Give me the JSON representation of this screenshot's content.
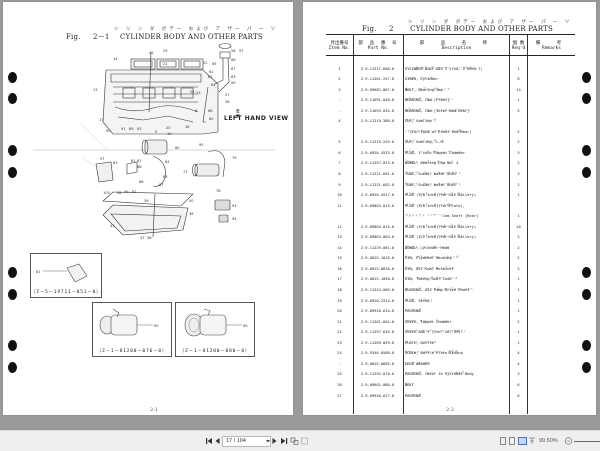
{
  "viewer": {
    "background": "#9a9a9a"
  },
  "left_page": {
    "furigana": "シ リ ン ダ ボデー および ア ザー パ ー ツ",
    "fig_label": "Fig.",
    "fig_number": "2－1",
    "fig_title": "CYLINDER BODY AND OTHER PARTS",
    "page_number": "2-1",
    "view_label_jp": "左　　　側",
    "view_label": "LEFT HAND VIEW",
    "callouts": [
      "42",
      "25",
      "21",
      "22",
      "57",
      "58",
      "66",
      "67",
      "65",
      "61",
      "62",
      "63",
      "64",
      "59",
      "14",
      "13",
      "24",
      "23",
      "27",
      "26",
      "68",
      "6",
      "60",
      "17",
      "90",
      "91",
      "89",
      "92",
      "5",
      "20",
      "19",
      "18",
      "80",
      "95",
      "79",
      "97",
      "83",
      "81",
      "82",
      "88",
      "84",
      "77",
      "86",
      "85",
      "87",
      "100",
      "98",
      "99",
      "82",
      "78",
      "39",
      "40",
      "38",
      "41",
      "37",
      "36",
      "93",
      "94",
      "81",
      "90",
      "90"
    ],
    "insets": [
      {
        "label": "（Z－5－19711－051－0）",
        "callout": "81"
      },
      {
        "label": "（Z－1－81200－076－0）",
        "callout": "90"
      },
      {
        "label": "（Z－1－81200－080－0）",
        "callout": "90"
      }
    ]
  },
  "right_page": {
    "furigana": "シ リ ン ダ ボデー および ア ザー パ ー ツ",
    "fig_label": "Fig.",
    "fig_number": "2",
    "fig_title": "CYLINDER BODY AND OTHER PARTS",
    "page_number": "2-2",
    "headers": {
      "item_jp": "見出番号",
      "item": "Item No.",
      "part_jp": "部 品 番 号",
      "part": "Part No.",
      "desc_jp": "部　品　名　称",
      "desc": "Description",
      "req_jp": "個 数",
      "req": "Req'd",
      "rem_jp": "備　考",
      "rem": "Remarks"
    },
    "rows": [
      {
        "item": "1",
        "part": "Z-9-11217-608-0",
        "ruby": "シリンダ ボデーアッセンブリ (エーブを含む)",
        "desc": "CYLINDER BODY ASS'Y (Inc. 2 thru 7)",
        "req": "1"
      },
      {
        "item": "2",
        "part": "Z-9-11261-257-0",
        "ruby": "ライナ, シリンダ",
        "desc": "LINER, Cylinder",
        "req": "6"
      },
      {
        "item": "3",
        "part": "Z-9-09682-867-0",
        "ruby": "ボルト, ベアリングキャップ",
        "desc": "BOLT, Bearing Cap",
        "req": "14"
      },
      {
        "item": "-",
        "part": "Z-9-11691-048-0",
        "ruby": "ベアリング, カム (フロント)",
        "desc": "BEARING, Cam [Front]",
        "req": "1"
      },
      {
        "item": "-",
        "part": "Z-9-11693-035-0",
        "ruby": "ベアリング, カム (インナおよびリヤー)",
        "desc": "BEARING, Cam [Inter and Rear]",
        "req": "5"
      },
      {
        "item": "4",
        "part": "Z-9-11219-308-0",
        "ruby": "カップ, シーリング",
        "desc": "CUP, Sealing",
        "req": ""
      },
      {
        "item": "",
        "part": "",
        "ruby": "(フェースのフロントおよびリヤー用)",
        "desc": "  (For Face of Front and Rear)",
        "req": "2"
      },
      {
        "item": "5",
        "part": "Z-9-11219-229-0",
        "ruby": "カップ, シーリング, 大",
        "desc": "CUP, Sealing, L.H",
        "req": "2"
      },
      {
        "item": "6",
        "part": "Z-9-0920-4533-0",
        "ruby": "プラグ, インチ タペット チャンバ",
        "desc": "PLUG, 1 inch Tappet Chamber",
        "req": "3"
      },
      {
        "item": "7",
        "part": "Z-9-11257-023-0",
        "ruby": "ダウエル, ベアリングキャップ",
        "desc": "DOWEL, Bearing Cap No. 4",
        "req": "2"
      },
      {
        "item": "8",
        "part": "Z-9-11221-601-0",
        "ruby": "チューブ, ガイド, ウォータダクト",
        "desc": "TUBE, Guide, Water Duct",
        "req": "3"
      },
      {
        "item": "9",
        "part": "Z-9-11221-602-0",
        "ruby": "チューブ, ガイド, ウォータダクト",
        "desc": "TUBE, Guide, Water Duct",
        "req": "2"
      },
      {
        "item": "10",
        "part": "Z-9-0920-5517-0",
        "ruby": "プラグ　インチ (オイルギャラリ用)",
        "desc": "PLUG (3/8 inch)(for Oil Gallery)",
        "req": "1"
      },
      {
        "item": "11",
        "part": "Z-9-09863-015-0",
        "ruby": "プラグ　インチ (プレート用)",
        "desc": "PLUG (3/8 inch)(for Plate),",
        "req": ""
      },
      {
        "item": "",
        "part": "",
        "ruby": "カムシャフト (リヤー)",
        "desc": "                 Cam Shaft [Rear]",
        "req": "1"
      },
      {
        "item": "12",
        "part": "Z-9-09864-015-0",
        "ruby": "プラグ　インチ (オイルギャラリ用)",
        "desc": "PLUG (1/8 inch)(for Oil Gallery)",
        "req": "10"
      },
      {
        "item": "13",
        "part": "Z-9-09863-003-0",
        "ruby": "プラグ　インチ (オイルギャラリ用)",
        "desc": "PLUG (1/2 inch)(for Oil Gallery)",
        "req": "2"
      },
      {
        "item": "14",
        "part": "Z-9-11229-061-0",
        "ruby": "ダウエル, シリンダ ヘッド",
        "desc": "DOWEL, Cylinder Head",
        "req": "2"
      },
      {
        "item": "15",
        "part": "Z-9-0815-1016-0",
        "ruby": "ピン, フライホイール ハウジング",
        "desc": "PIN, Flywheel Housing",
        "req": "2"
      },
      {
        "item": "16",
        "part": "Z-9-0815-0816-0",
        "ruby": "ピン, オイル シール リテーナ",
        "desc": "PIN, Oil Seal Retainer",
        "req": "2"
      },
      {
        "item": "17",
        "part": "Z-9-0815-1050-0",
        "ruby": "ピン, タイミング ギヤー ケース",
        "desc": "PIN, Timing Gear Case",
        "req": "1"
      },
      {
        "item": "18",
        "part": "Z-9-11224-006-0",
        "ruby": "ブッシング, オイルポンプドライブシャフト",
        "desc": "BUSHING, Oil Pump Drive Shaft",
        "req": "1"
      },
      {
        "item": "19",
        "part": "Z-9-0920-2314-0",
        "ruby": "プラグ, スクリュ",
        "desc": "PLUG, Screw",
        "req": "1"
      },
      {
        "item": "20",
        "part": "Z-9-09920-624-0",
        "ruby": "パッキング",
        "desc": "PACKING",
        "req": "1"
      },
      {
        "item": "21",
        "part": "Z-9-11261-604-0",
        "ruby": "カバー, タペット チャンバ",
        "desc": "COVER, Tappet Chamber",
        "req": "2"
      },
      {
        "item": "22",
        "part": "Z-9-11297-626-0",
        "ruby": "カバーアッセンブリ (25, 28を含む)",
        "desc": "COVER ASS'Y (Inc. 28, 29)",
        "req": "1"
      },
      {
        "item": "23",
        "part": "Z-9-11269-059-0",
        "ruby": "プレート, バッフル",
        "desc": "PLATE, Baffle",
        "req": "1"
      },
      {
        "item": "24",
        "part": "Z-9-9340-0508-0",
        "ruby": "ねじ, バッフル プレート 固定用",
        "desc": "SCREW, Baffle Plate Fixing",
        "req": "4"
      },
      {
        "item": "-",
        "part": "Z-9-0815-0605-0",
        "ruby": "ロック ワッシャ",
        "desc": "LOCK WASHER",
        "req": "4"
      },
      {
        "item": "25",
        "part": "Z-9-11292-070-0",
        "ruby": "パッキング, カバー 一 シリンダボデー",
        "desc": "PACKING, Cover to Cylinder Body",
        "req": "3"
      },
      {
        "item": "26",
        "part": "Z-9-09602-080-0",
        "ruby": "ボルト",
        "desc": "BOLT",
        "req": "6"
      },
      {
        "item": "27",
        "part": "Z-9-09920-627-0",
        "ruby": "パッキング",
        "desc": "PACKING",
        "req": "6"
      }
    ]
  },
  "toolbar": {
    "first_page": "first-page",
    "prev_page": "prev-page",
    "page_value": "17 / 104",
    "next_page": "next-page",
    "last_page": "last-page",
    "zoom_value": "99.50%",
    "zoom_out": "−"
  }
}
